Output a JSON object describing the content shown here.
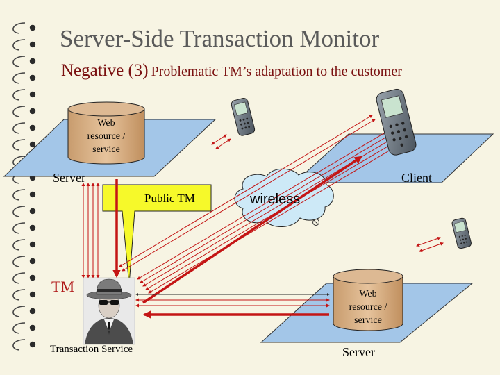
{
  "title": "Server-Side Transaction Monitor",
  "subtitle": {
    "strong": "Negative (3)",
    "rest": "Problematic TM’s adaptation to the customer"
  },
  "labels": {
    "server_top": "Server",
    "client": "Client",
    "public_tm": "Public TM",
    "wireless": "wireless",
    "tm": "TM",
    "transaction_service": "Transaction Service",
    "server_bottom": "Server"
  },
  "cylinders": {
    "top": {
      "line1": "Web",
      "line2": "resource /",
      "line3": "service"
    },
    "bottom": {
      "line1": "Web",
      "line2": "resource /",
      "line3": "service"
    }
  },
  "colors": {
    "accent_red": "#c41515",
    "cylinder_fill": "#d8b28a",
    "platform_fill": "#a3c6e8",
    "cloud_fill": "#cde9f7",
    "callout_fill": "#f6f92a",
    "title_color": "#5a5a5a",
    "subtitle_color": "#7a1010"
  },
  "icons": [
    "spiral-binding-icon",
    "mobile-phone-icon",
    "spy-agent-icon",
    "antenna-icon"
  ]
}
